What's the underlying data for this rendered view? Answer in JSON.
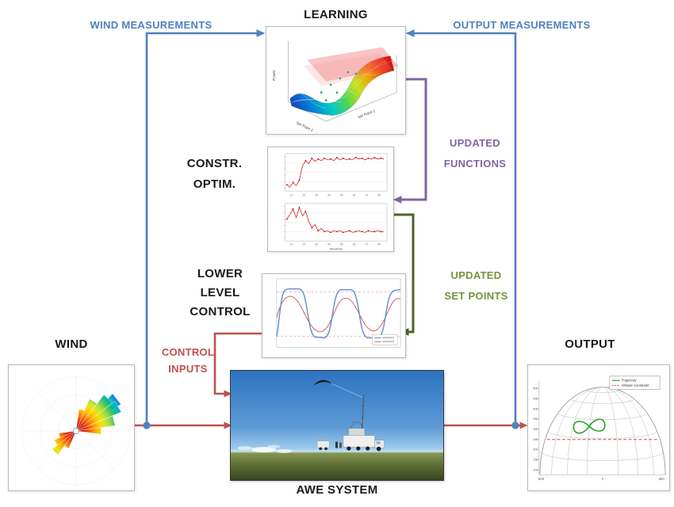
{
  "labels": {
    "learning": "LEARNING",
    "wind_measurements": "WIND MEASUREMENTS",
    "output_measurements": "OUTPUT MEASUREMENTS",
    "updated_functions": [
      "UPDATED",
      "FUNCTIONS"
    ],
    "constr_optim": [
      "CONSTR.",
      "OPTIM."
    ],
    "updated_set_points": [
      "UPDATED",
      "SET POINTS"
    ],
    "lower_level_control": [
      "LOWER",
      "LEVEL",
      "CONTROL"
    ],
    "wind": "WIND",
    "control_inputs": [
      "CONTROL",
      "INPUTS"
    ],
    "output": "OUTPUT",
    "awe_system": "AWE SYSTEM"
  },
  "colors": {
    "measurements_blue": "#4F81BD",
    "signals_red": "#C0504D",
    "updated_functions_purple": "#8064A2",
    "updated_set_points_olive": "#76923C",
    "set_points_arrow_dark_olive": "#4F6228",
    "label_black": "#1A1A1A"
  },
  "learning_plot": {
    "xlabel": "Set Point 1",
    "ylabel": "Set Point 2",
    "zlabel": "Power"
  },
  "constr_optim_plot": {
    "xlabel": "Iterations",
    "xticks": [
      "10",
      "20",
      "30",
      "40",
      "50",
      "60",
      "70",
      "80"
    ]
  },
  "output_plot": {
    "legend": [
      "Trajectory",
      "Altitude Constraint"
    ],
    "yticks": [
      "500",
      "450",
      "400",
      "350",
      "300",
      "250",
      "200",
      "150",
      "100"
    ],
    "xticks": [
      "-500",
      "0",
      "500"
    ]
  }
}
